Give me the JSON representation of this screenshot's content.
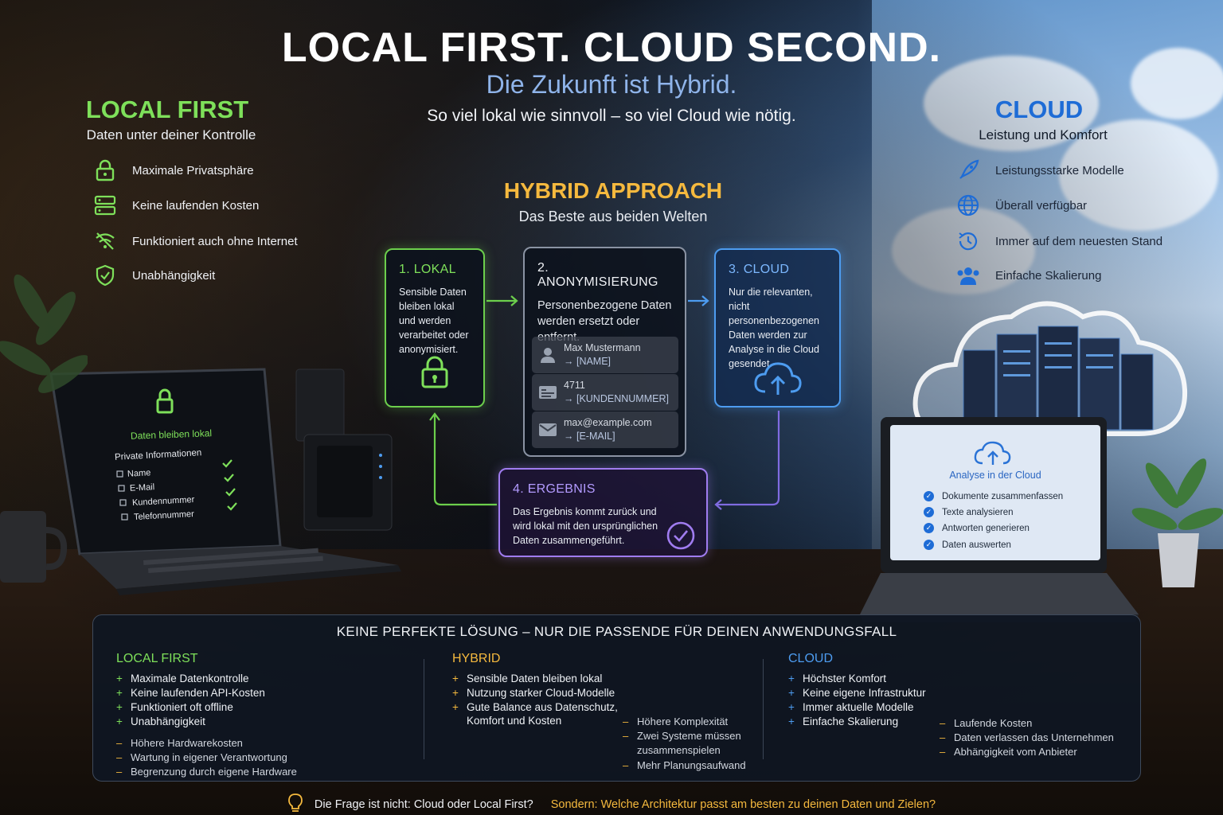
{
  "header": {
    "title": "LOCAL FIRST. CLOUD SECOND.",
    "subtitle": "Die Zukunft ist Hybrid.",
    "tagline": "So viel lokal wie sinnvoll – so viel Cloud wie nötig."
  },
  "local": {
    "title": "LOCAL FIRST",
    "subtitle": "Daten unter deiner Kontrolle",
    "features": [
      {
        "icon": "lock-icon",
        "label": "Maximale Privatsphäre"
      },
      {
        "icon": "server-icon",
        "label": "Keine laufenden Kosten"
      },
      {
        "icon": "wifi-off-icon",
        "label": "Funktioniert auch ohne Internet"
      },
      {
        "icon": "shield-check-icon",
        "label": "Unabhängigkeit"
      }
    ],
    "color": "#7ee05a"
  },
  "cloud": {
    "title": "CLOUD",
    "subtitle": "Leistung und Komfort",
    "features": [
      {
        "icon": "rocket-icon",
        "label": "Leistungsstarke Modelle"
      },
      {
        "icon": "globe-icon",
        "label": "Überall verfügbar"
      },
      {
        "icon": "history-icon",
        "label": "Immer auf dem neuesten Stand"
      },
      {
        "icon": "users-icon",
        "label": "Einfache Skalierung"
      }
    ],
    "color": "#1e6cd6"
  },
  "hybrid": {
    "title": "HYBRID APPROACH",
    "subtitle": "Das Beste aus beiden Welten",
    "steps": [
      {
        "title": "1. LOKAL",
        "text": "Sensible Daten bleiben lokal und werden verarbeitet oder anonymisiert."
      },
      {
        "title": "2. ANONYMISIERUNG",
        "text": "Personenbezogene Daten werden ersetzt oder entfernt."
      },
      {
        "title": "3. CLOUD",
        "text": "Nur die relevanten, nicht personenbezogenen Daten werden zur Analyse in die Cloud gesendet."
      },
      {
        "title": "4. ERGEBNIS",
        "text": "Das Ergebnis kommt zurück und wird lokal mit den ursprünglichen Daten zusammengeführt."
      }
    ],
    "anon": [
      {
        "value": "Max Mustermann",
        "tag": "→ [NAME]"
      },
      {
        "value": "4711",
        "tag": "→ [KUNDENNUMMER]"
      },
      {
        "value": "max@example.com",
        "tag": "→ [E-MAIL]"
      }
    ]
  },
  "laptop_left": {
    "status": "Daten bleiben lokal",
    "heading": "Private Informationen",
    "items": [
      "Name",
      "E-Mail",
      "Kundennummer",
      "Telefonnummer"
    ]
  },
  "laptop_right": {
    "title": "Analyse in der Cloud",
    "items": [
      "Dokumente zusammenfassen",
      "Texte analysieren",
      "Antworten generieren",
      "Daten auswerten"
    ]
  },
  "compare": {
    "heading": "KEINE PERFEKTE LÖSUNG – NUR DIE PASSENDE FÜR DEINEN ANWENDUNGSFALL",
    "local": {
      "title": "LOCAL FIRST",
      "pros": [
        "Maximale Datenkontrolle",
        "Keine laufenden API-Kosten",
        "Funktioniert oft offline",
        "Unabhängigkeit"
      ],
      "cons": [
        "Höhere Hardwarekosten",
        "Wartung in eigener Verantwortung",
        "Begrenzung durch eigene Hardware"
      ]
    },
    "hybrid": {
      "title": "HYBRID",
      "pros": [
        "Sensible Daten bleiben lokal",
        "Nutzung starker Cloud-Modelle",
        "Gute Balance aus Datenschutz,",
        "Komfort und Kosten"
      ],
      "cons": [
        "Höhere Komplexität",
        "Zwei Systeme müssen",
        "zusammenspielen",
        "Mehr Planungsaufwand"
      ]
    },
    "cloud": {
      "title": "CLOUD",
      "pros": [
        "Höchster Komfort",
        "Keine eigene Infrastruktur",
        "Immer aktuelle Modelle",
        "Einfache Skalierung"
      ],
      "cons": [
        "Laufende Kosten",
        "Daten verlassen das Unternehmen",
        "Abhängigkeit vom Anbieter"
      ]
    }
  },
  "footer": {
    "question": "Die Frage ist nicht: Cloud oder Local First?",
    "answer": "Sondern: Welche Architektur passt am besten zu deinen Daten und Zielen?"
  },
  "colors": {
    "green": "#7ee05a",
    "blue": "#4d9cf0",
    "purple": "#a07cf0",
    "gold": "#f5b93e"
  }
}
